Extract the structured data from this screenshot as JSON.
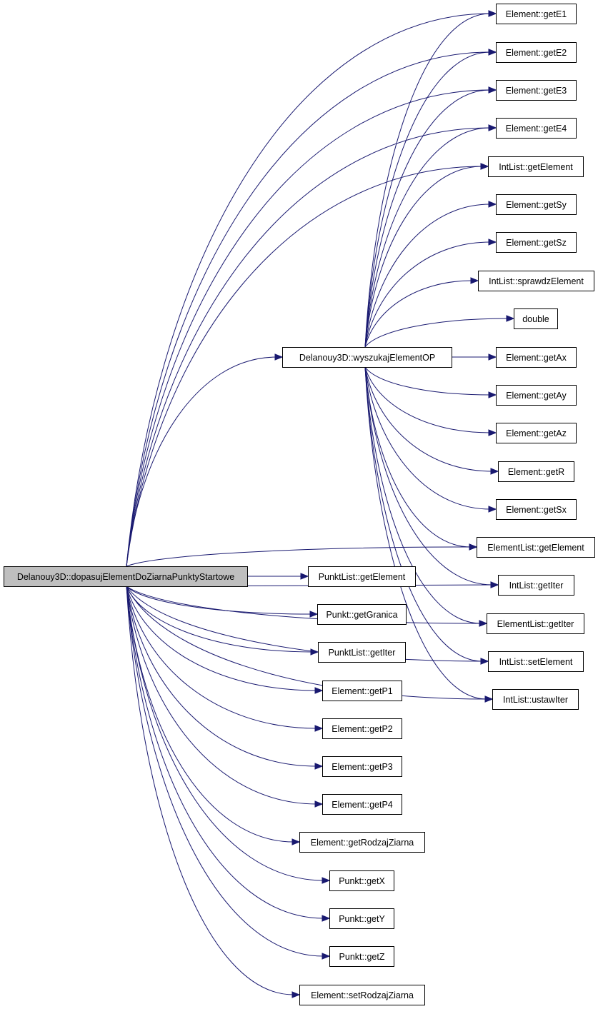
{
  "graph": {
    "root": "Delanouy3D::dopasujElementDoZiarnaPunktyStartowe",
    "nodes": {
      "root": "Delanouy3D::dopasujElementDoZiarnaPunktyStartowe",
      "wys": "Delanouy3D::wyszukajElementOP",
      "e1": "Element::getE1",
      "e2": "Element::getE2",
      "e3": "Element::getE3",
      "e4": "Element::getE4",
      "ilge": "IntList::getElement",
      "sy": "Element::getSy",
      "sz": "Element::getSz",
      "ilspr": "IntList::sprawdzElement",
      "dbl": "double",
      "ax": "Element::getAx",
      "ay": "Element::getAy",
      "az": "Element::getAz",
      "r": "Element::getR",
      "sx": "Element::getSx",
      "elge": "ElementList::getElement",
      "ilgi": "IntList::getIter",
      "elgi": "ElementList::getIter",
      "ilse": "IntList::setElement",
      "ilui": "IntList::ustawIter",
      "plge": "PunktList::getElement",
      "pgran": "Punkt::getGranica",
      "plgi": "PunktList::getIter",
      "p1": "Element::getP1",
      "p2": "Element::getP2",
      "p3": "Element::getP3",
      "p4": "Element::getP4",
      "grz": "Element::getRodzajZiarna",
      "px": "Punkt::getX",
      "py": "Punkt::getY",
      "pz": "Punkt::getZ",
      "srz": "Element::setRodzajZiarna"
    },
    "edges": [
      [
        "root",
        "wys"
      ],
      [
        "root",
        "e1"
      ],
      [
        "root",
        "e2"
      ],
      [
        "root",
        "e3"
      ],
      [
        "root",
        "e4"
      ],
      [
        "root",
        "ilge"
      ],
      [
        "root",
        "elge"
      ],
      [
        "root",
        "ilgi"
      ],
      [
        "root",
        "elgi"
      ],
      [
        "root",
        "ilse"
      ],
      [
        "root",
        "ilui"
      ],
      [
        "root",
        "plge"
      ],
      [
        "root",
        "pgran"
      ],
      [
        "root",
        "plgi"
      ],
      [
        "root",
        "p1"
      ],
      [
        "root",
        "p2"
      ],
      [
        "root",
        "p3"
      ],
      [
        "root",
        "p4"
      ],
      [
        "root",
        "grz"
      ],
      [
        "root",
        "px"
      ],
      [
        "root",
        "py"
      ],
      [
        "root",
        "pz"
      ],
      [
        "root",
        "srz"
      ],
      [
        "wys",
        "e1"
      ],
      [
        "wys",
        "e2"
      ],
      [
        "wys",
        "e3"
      ],
      [
        "wys",
        "e4"
      ],
      [
        "wys",
        "ilge"
      ],
      [
        "wys",
        "sy"
      ],
      [
        "wys",
        "sz"
      ],
      [
        "wys",
        "ilspr"
      ],
      [
        "wys",
        "dbl"
      ],
      [
        "wys",
        "ax"
      ],
      [
        "wys",
        "ay"
      ],
      [
        "wys",
        "az"
      ],
      [
        "wys",
        "r"
      ],
      [
        "wys",
        "sx"
      ],
      [
        "wys",
        "elge"
      ],
      [
        "wys",
        "ilgi"
      ],
      [
        "wys",
        "elgi"
      ],
      [
        "wys",
        "ilse"
      ],
      [
        "wys",
        "ilui"
      ]
    ]
  }
}
